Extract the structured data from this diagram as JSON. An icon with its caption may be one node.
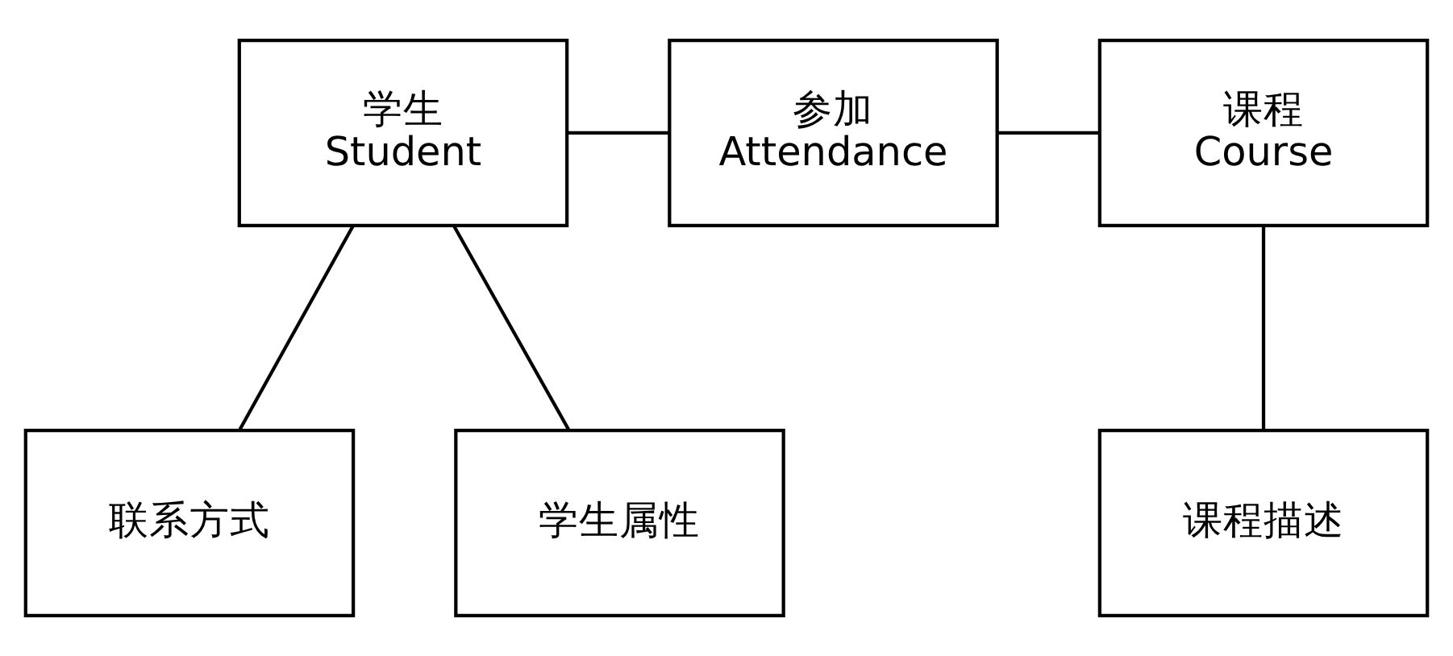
{
  "diagram": {
    "nodes": [
      {
        "text": [
          "学生",
          "Student"
        ]
      },
      {
        "text": [
          "参加",
          "Attendance"
        ]
      },
      {
        "text": [
          "课程",
          "Course"
        ]
      },
      {
        "text": [
          "联系方式"
        ]
      },
      {
        "text": [
          "学生属性"
        ]
      },
      {
        "text": [
          "课程描述"
        ]
      }
    ],
    "edges": [
      {
        "from": 0,
        "to": 1,
        "arrow": "none"
      },
      {
        "from": 1,
        "to": 2,
        "arrow": "none"
      },
      {
        "from": 0,
        "to": 3,
        "arrow": "none"
      },
      {
        "from": 0,
        "to": 4,
        "arrow": "none"
      },
      {
        "from": 2,
        "to": 5,
        "arrow": "none"
      }
    ]
  }
}
